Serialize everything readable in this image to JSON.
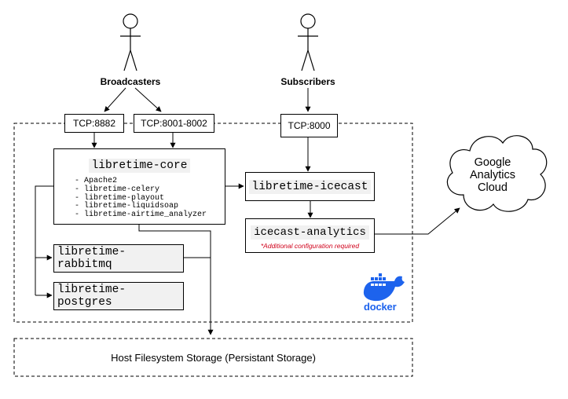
{
  "actors": {
    "broadcasters": "Broadcasters",
    "subscribers": "Subscribers"
  },
  "ports": {
    "p8882": "TCP:8882",
    "p8001": "TCP:8001-8002",
    "p8000": "TCP:8000"
  },
  "core": {
    "title": "libretime-core",
    "items": [
      "- Apache2",
      "- libretime-celery",
      "- libretime-playout",
      "- libretime-liquidsoap",
      "- libretime-airtime_analyzer"
    ]
  },
  "services": {
    "rabbitmq": "libretime-rabbitmq",
    "postgres": "libretime-postgres",
    "icecast": "libretime-icecast",
    "analytics": "icecast-analytics",
    "analytics_note": "*Additional configuration required"
  },
  "cloud": {
    "line1": "Google",
    "line2": "Analytics",
    "line3": "Cloud"
  },
  "docker": {
    "label": "docker",
    "color": "#1d63ed"
  },
  "storage": {
    "label": "Host Filesystem Storage (Persistant Storage)"
  }
}
